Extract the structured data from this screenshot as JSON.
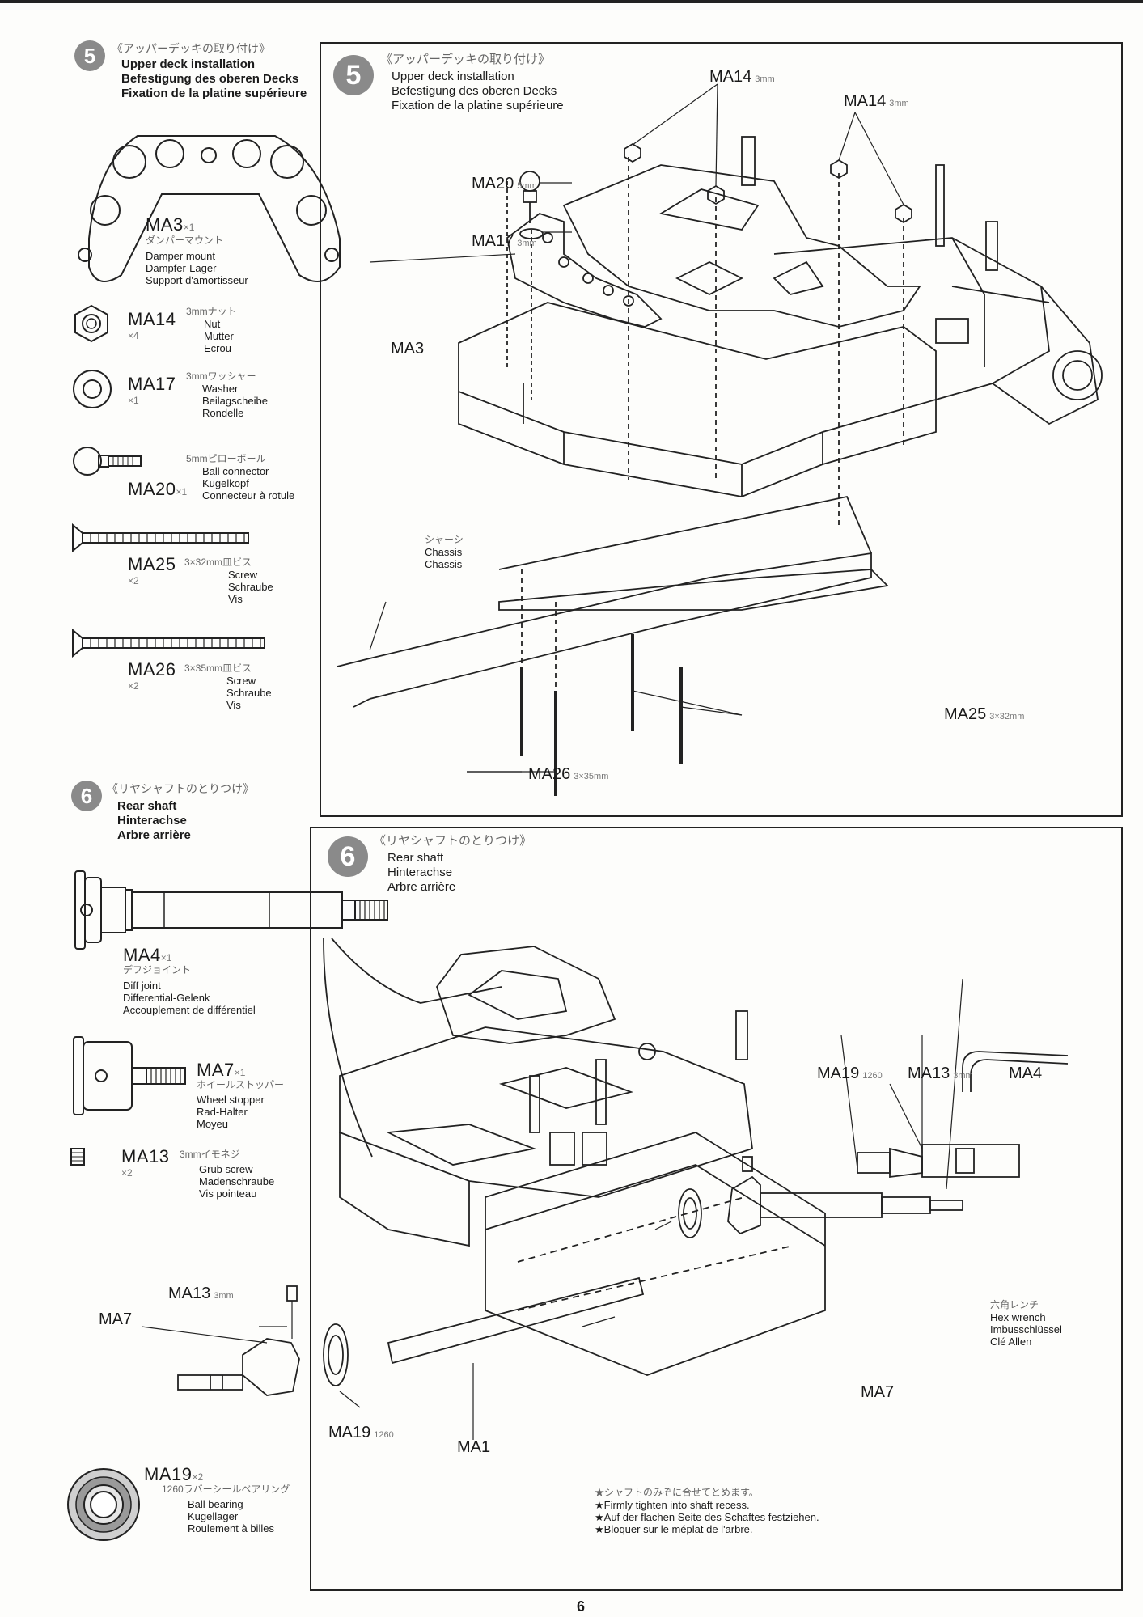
{
  "page_number": "6",
  "step5": {
    "number": "5",
    "title_jp": "《アッパーデッキの取り付け》",
    "title_en": "Upper deck installation",
    "title_de": "Befestigung des oberen Decks",
    "title_fr": "Fixation de la platine supérieure",
    "parts": [
      {
        "code": "MA3",
        "qty": "×1",
        "jp": "ダンパーマウント",
        "en": "Damper mount",
        "de": "Dämpfer-Lager",
        "fr": "Support d'amortisseur"
      },
      {
        "code": "MA14",
        "qty": "×4",
        "jp": "3mmナット",
        "en": "Nut",
        "de": "Mutter",
        "fr": "Ecrou"
      },
      {
        "code": "MA17",
        "qty": "×1",
        "jp": "3mmワッシャー",
        "en": "Washer",
        "de": "Beilagscheibe",
        "fr": "Rondelle"
      },
      {
        "code": "MA20",
        "qty": "×1",
        "jp": "5mmピローボール",
        "en": "Ball connector",
        "de": "Kugelkopf",
        "fr": "Connecteur à rotule"
      },
      {
        "code": "MA25",
        "qty": "×2",
        "jp": "3×32mm皿ビス",
        "en": "Screw",
        "de": "Schraube",
        "fr": "Vis"
      },
      {
        "code": "MA26",
        "qty": "×2",
        "jp": "3×35mm皿ビス",
        "en": "Screw",
        "de": "Schraube",
        "fr": "Vis"
      }
    ],
    "callouts": {
      "ma14_a": "MA14",
      "ma14_a_dim": "3mm",
      "ma14_b": "MA14",
      "ma14_b_dim": "3mm",
      "ma20": "MA20",
      "ma20_dim": "5mm",
      "ma17": "MA17",
      "ma17_dim": "3mm",
      "ma3": "MA3",
      "chassis_jp": "シャーシ",
      "chassis_en": "Chassis",
      "chassis_de": "Chassis",
      "ma25": "MA25",
      "ma25_dim": "3×32mm",
      "ma26": "MA26",
      "ma26_dim": "3×35mm"
    }
  },
  "step6": {
    "number": "6",
    "title_jp": "《リヤシャフトのとりつけ》",
    "title_en": "Rear shaft",
    "title_de": "Hinterachse",
    "title_fr": "Arbre arrière",
    "parts": [
      {
        "code": "MA4",
        "qty": "×1",
        "jp": "デフジョイント",
        "en": "Diff joint",
        "de": "Differential-Gelenk",
        "fr": "Accouplement de différentiel"
      },
      {
        "code": "MA7",
        "qty": "×1",
        "jp": "ホイールストッパー",
        "en": "Wheel stopper",
        "de": "Rad-Halter",
        "fr": "Moyeu"
      },
      {
        "code": "MA13",
        "qty": "×2",
        "jp": "3mmイモネジ",
        "en": "Grub screw",
        "de": "Madenschraube",
        "fr": "Vis pointeau"
      },
      {
        "code": "MA19",
        "qty": "×2",
        "jp": "1260ラバーシールベアリング",
        "en": "Ball bearing",
        "de": "Kugellager",
        "fr": "Roulement à billes"
      }
    ],
    "callouts": {
      "ma19_r": "MA19",
      "ma19_r_dim": "1260",
      "ma13_r": "MA13",
      "ma13_r_dim": "3mm",
      "ma4": "MA4",
      "ma13_l": "MA13",
      "ma13_l_dim": "3mm",
      "ma7": "MA7",
      "ma19_l": "MA19",
      "ma19_l_dim": "1260",
      "ma1": "MA1",
      "hex_jp": "六角レンチ",
      "hex_en": "Hex wrench",
      "hex_de": "Imbusschlüssel",
      "hex_fr": "Clé Allen",
      "ma7_detail": "MA7",
      "note_jp": "★シャフトのみぞに合せてとめます。",
      "note_en": "★Firmly tighten into shaft recess.",
      "note_de": "★Auf der flachen Seite des Schaftes festziehen.",
      "note_fr": "★Bloquer sur le méplat de l'arbre."
    }
  }
}
